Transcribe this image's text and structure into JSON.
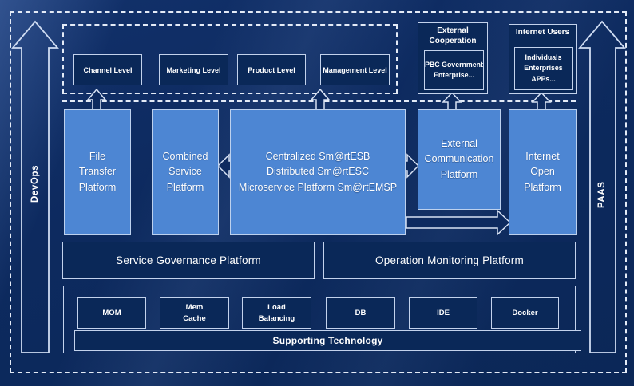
{
  "diagram": {
    "rails": {
      "left_label": "DevOps",
      "right_label": "PAAS"
    },
    "levels": {
      "items": [
        {
          "label": "Channel Level"
        },
        {
          "label": "Marketing Level"
        },
        {
          "label": "Product Level"
        },
        {
          "label": "Management Level"
        }
      ]
    },
    "external_cooperation": {
      "title": "External\nCooperation",
      "inner": "PBC Government\nEnterprise..."
    },
    "internet_users": {
      "title": "Internet Users",
      "inner": "Individuals\nEnterprises\nAPPs..."
    },
    "platforms": {
      "file_transfer": "File\nTransfer\nPlatform",
      "combined_service": "Combined\nService\nPlatform",
      "central": "Centralized Sm@rtESB\nDistributed Sm@rtESC\nMicroservice Platform Sm@rtEMSP",
      "external_communication": "External\nCommunication\nPlatform",
      "internet_open": "Internet\nOpen\nPlatform"
    },
    "governance": {
      "left": "Service Governance Platform",
      "right": "Operation Monitoring Platform"
    },
    "supporting": {
      "techs": [
        {
          "label": "MOM"
        },
        {
          "label": "Mem\nCache"
        },
        {
          "label": "Load\nBalancing"
        },
        {
          "label": "DB"
        },
        {
          "label": "IDE"
        },
        {
          "label": "Docker"
        }
      ],
      "bar_label": "Supporting Technology"
    },
    "colors": {
      "background": "#0d2a5f",
      "platform_fill": "#4d86d3",
      "dark_fill": "#0a2858",
      "border_light": "#c3d2ec",
      "dashed_line": "#e4ebf7",
      "text": "#ffffff"
    }
  }
}
